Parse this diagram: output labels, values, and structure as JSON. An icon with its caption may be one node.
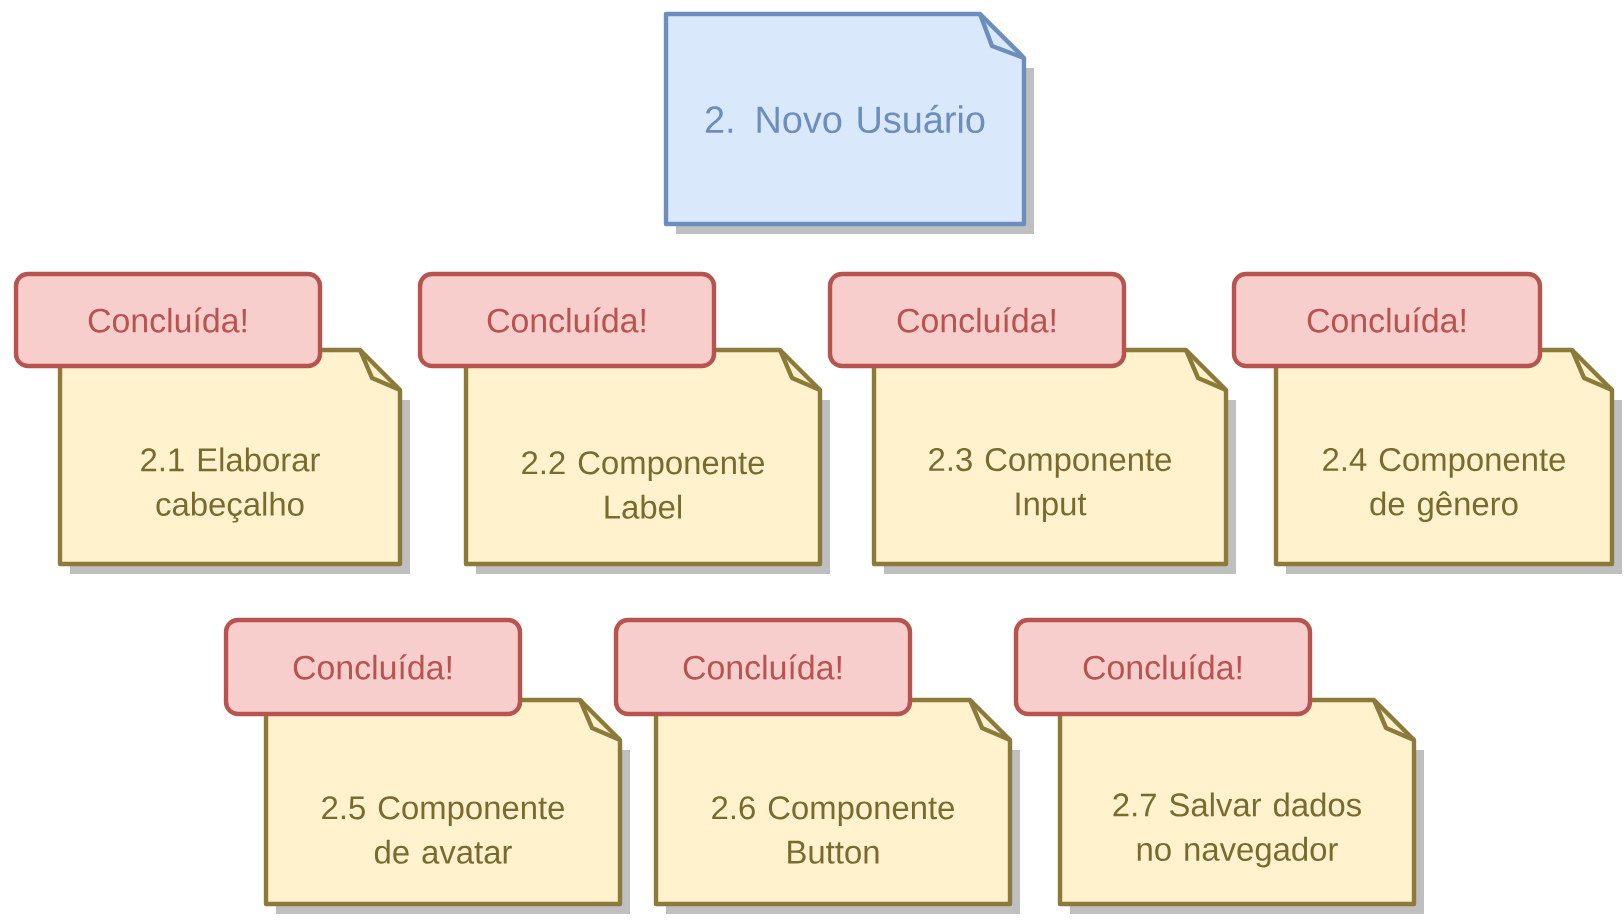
{
  "diagram": {
    "nodes": [
      {
        "text": [
          "2. Novo Usuário"
        ]
      },
      {
        "text": [
          "Concluída!"
        ]
      },
      {
        "text": [
          "2.1 Elaborar cabeçalho"
        ]
      },
      {
        "text": [
          "Concluída!"
        ]
      },
      {
        "text": [
          "2.2 Componente Label"
        ]
      },
      {
        "text": [
          "Concluída!"
        ]
      },
      {
        "text": [
          "2.3 Componente Input"
        ]
      },
      {
        "text": [
          "Concluída!"
        ]
      },
      {
        "text": [
          "2.4 Componente de gênero"
        ]
      },
      {
        "text": [
          "Concluída!"
        ]
      },
      {
        "text": [
          "2.5 Componente de avatar"
        ]
      },
      {
        "text": [
          "Concluída!"
        ]
      },
      {
        "text": [
          "2.6 Componente Button"
        ]
      },
      {
        "text": [
          "Concluída!"
        ]
      },
      {
        "text": [
          "2.7 Salvar dados no navegador"
        ]
      }
    ]
  }
}
